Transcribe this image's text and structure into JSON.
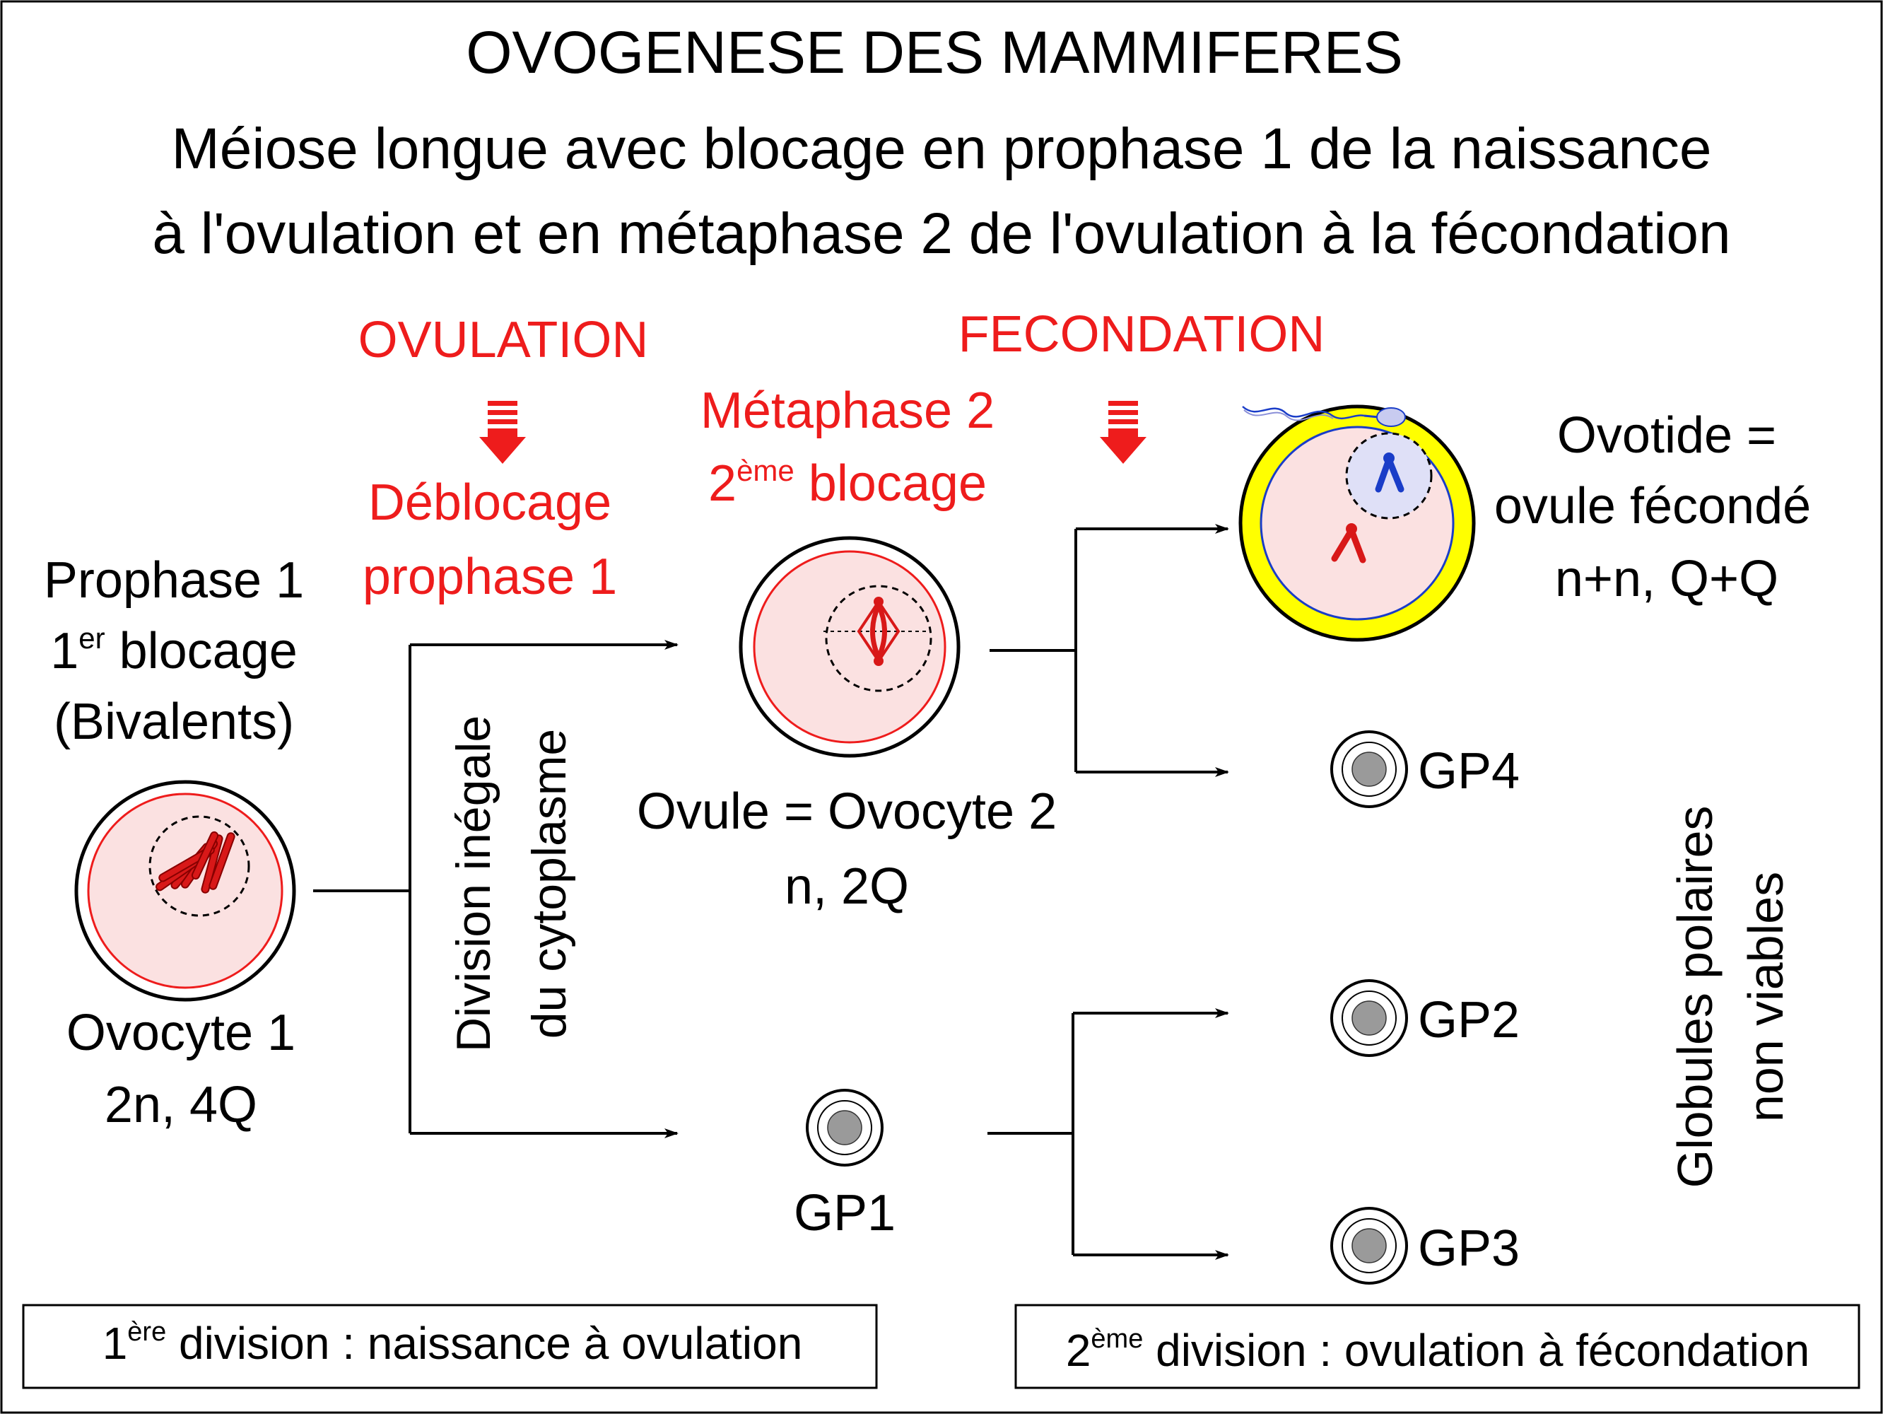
{
  "title": "OVOGENESE DES MAMMIFERES",
  "subtitle": {
    "line1": "Méiose longue avec blocage en prophase 1 de la naissance",
    "line2": "à l'ovulation et en métaphase 2 de l'ovulation à la fécondation"
  },
  "events": {
    "ovulation": "OVULATION",
    "fecondation": "FECONDATION"
  },
  "deblocage": {
    "line1": "Déblocage",
    "line2": "prophase 1"
  },
  "metaphase": {
    "line1": "Métaphase 2",
    "line2_pre": "2",
    "line2_sup": "ème",
    "line2_post": " blocage"
  },
  "prophase": {
    "line1": "Prophase 1",
    "line2_pre": "1",
    "line2_sup": "er",
    "line2_post": " blocage",
    "line3": "(Bivalents)"
  },
  "ovocyte1": {
    "name": "Ovocyte 1",
    "formula": "2n, 4Q"
  },
  "division_inegale": {
    "line1": "Division inégale",
    "line2": "du cytoplasme"
  },
  "ovule": {
    "name": "Ovule = Ovocyte 2",
    "formula": "n, 2Q"
  },
  "ovotide": {
    "line1": "Ovotide =",
    "line2": "ovule fécondé",
    "line3": "n+n, Q+Q"
  },
  "polar_bodies": {
    "gp1": "GP1",
    "gp2": "GP2",
    "gp3": "GP3",
    "gp4": "GP4",
    "label_line1": "Globules polaires",
    "label_line2": "non viables"
  },
  "footer": {
    "first_pre": "1",
    "first_sup": "ère",
    "first_post": " division : naissance à  ovulation",
    "second_pre": "2",
    "second_sup": "ème",
    "second_post": " division : ovulation à fécondation"
  },
  "colors": {
    "accent_red": "#ee1c1c",
    "cytoplasm_pink": "#fbe1e1",
    "zona_yellow": "#ffff00",
    "chromosome_blue": "#1a3dc8",
    "nucleus_blue_tint": "#dfe0f7",
    "polar_body_grey": "#9a9a9a"
  }
}
